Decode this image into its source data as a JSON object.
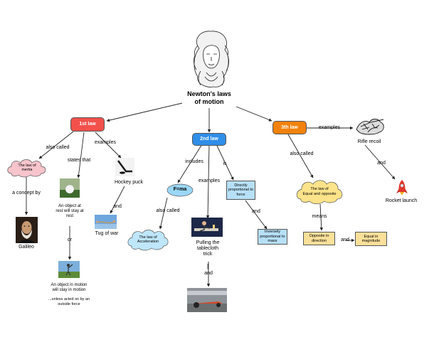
{
  "title": "Newton's laws\nof motion",
  "laws": {
    "first": "1st law",
    "second": "2nd law",
    "third": "3th law"
  },
  "links": {
    "also_called_1": "also called",
    "states_that": "states that",
    "examples_1": "examples",
    "includes": "includes",
    "examples_2": "examples",
    "is": "is",
    "examples_3": "examples",
    "also_called_3": "also called",
    "and_rocket": "and",
    "a_concept_by": "a concept by",
    "or": "or",
    "and_tug": "and",
    "also_called_2": "also called",
    "and_inverse": "and",
    "and_tablecloth": "and",
    "means": "means",
    "and_equal": "and"
  },
  "concepts": {
    "law_of_inertia": "The law of\ninertia",
    "galileo": "Galileo",
    "object_at_rest": "An object at\nrest will stay at\nrest",
    "object_in_motion": "An object in motion\nwill stay in motion",
    "unless": "...unless acted on by an\noutside force",
    "hockey_puck": "Hockey puck",
    "tug_of_war": "Tug of war",
    "fma": "F=ma",
    "law_of_acceleration": "The law of\nAcceleration",
    "pulling_tablecloth": "Pulling the\ntablecloth\ntrick",
    "directly_proportional": "Directly\nproportional to\nforce",
    "inversely_proportional": "Inversely\nproportional to\nmass",
    "rifle_recoil": "Rifle recoil",
    "rocket_launch": "Rocket launch",
    "equal_and_opposite": "The law of\nEqual and opposite",
    "opposite_direction": "Opposite in\ndirection",
    "equal_magnitude": "Equal in\nmagnitude"
  },
  "colors": {
    "first_law": "#f2504b",
    "second_law": "#2f8ee8",
    "third_law": "#f2820d",
    "cloud_pink": "#f7c4cc",
    "cloud_blue": "#bfe6fa",
    "cloud_yellow": "#fde38a",
    "box_blue": "#b7e0f7",
    "box_yellow": "#fbe09a"
  },
  "icons": {
    "newton": "newton-portrait-icon",
    "galileo": "galileo-portrait-icon",
    "golf_ball": "golf-ball-photo",
    "golfer": "golfer-photo",
    "hockey": "hockey-puck-photo",
    "tug": "tug-of-war-photo",
    "tablecloth": "tablecloth-trick-photo",
    "dragster": "dragster-photo",
    "rifle": "rifle-recoil-sketch",
    "rocket": "rocket-icon"
  }
}
